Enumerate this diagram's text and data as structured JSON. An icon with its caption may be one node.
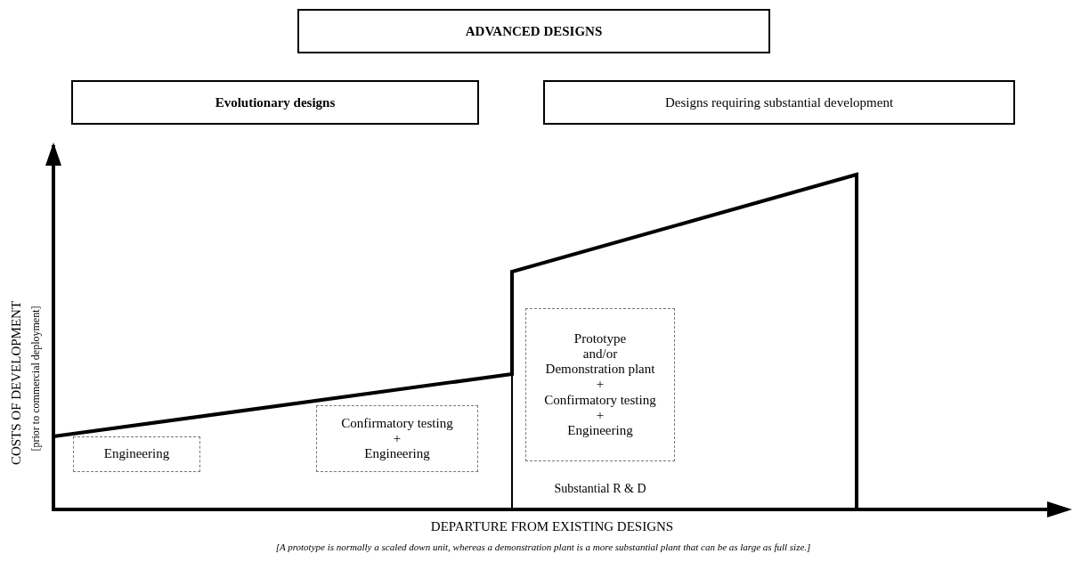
{
  "diagram": {
    "nodes": [
      {
        "text": [
          "ADVANCED DESIGNS"
        ]
      },
      {
        "text": [
          "Evolutionary designs"
        ]
      },
      {
        "text": [
          "Designs requiring substantial development"
        ]
      },
      {
        "text": [
          "Engineering"
        ]
      },
      {
        "text": [
          "Confirmatory testing",
          "+",
          "Engineering"
        ]
      },
      {
        "text": [
          "Prototype",
          "and/or",
          "Demonstration plant",
          "+",
          "Confirmatory testing",
          "+",
          "Engineering"
        ]
      }
    ],
    "labels": [
      "COSTS OF DEVELOPMENT",
      "[prior to commercial deployment]",
      "Substantial R & D",
      "DEPARTURE FROM EXISTING DESIGNS",
      "[A prototype is normally a scaled down unit, whereas a demonstration plant is a more substantial plant that can be as large as full size.]"
    ]
  }
}
